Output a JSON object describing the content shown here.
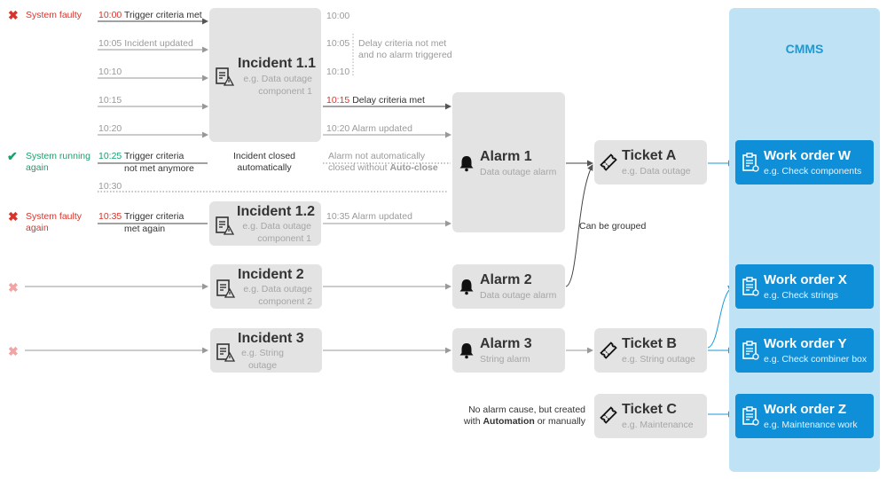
{
  "rows": {
    "r1": {
      "state": "System faulty",
      "events": [
        {
          "time": "10:00",
          "text": "Trigger criteria met"
        },
        {
          "time": "10:05",
          "text": "Incident updated"
        },
        {
          "time": "10:10",
          "text": ""
        },
        {
          "time": "10:15",
          "text": ""
        },
        {
          "time": "10:20",
          "text": ""
        }
      ]
    },
    "r2": {
      "state_line1": "System running",
      "state_line2": "again",
      "time": "10:25",
      "text_line1": "Trigger criteria",
      "text_line2": "not met anymore"
    },
    "r2_time2": "10:30",
    "r3": {
      "state_line1": "System faulty",
      "state_line2": "again",
      "time": "10:35",
      "text_line1": "Trigger criteria",
      "text_line2": "met again"
    }
  },
  "incident_closed": {
    "line1": "Incident closed",
    "line2": "automatically"
  },
  "timeline_right": {
    "t1000": "10:00",
    "t1005": "10:05",
    "t1010": "10:10",
    "delay_not_met_line1": "Delay criteria not met",
    "delay_not_met_line2": "and no alarm triggered",
    "t1015": "10:15",
    "delay_met": "Delay criteria met",
    "t1020_text": "10:20 Alarm updated",
    "not_closed_line1": "Alarm not automatically",
    "not_closed_line2_a": "closed without ",
    "not_closed_line2_b": "Auto-close",
    "t1035_text": "10:35 Alarm updated"
  },
  "incidents": {
    "i11": {
      "title": "Incident 1.1",
      "sub1": "e.g. Data outage",
      "sub2": "component 1"
    },
    "i12": {
      "title": "Incident 1.2",
      "sub1": "e.g. Data outage",
      "sub2": "component 1"
    },
    "i2": {
      "title": "Incident 2",
      "sub1": "e.g. Data outage",
      "sub2": "component 2"
    },
    "i3": {
      "title": "Incident 3",
      "sub1": "e.g. String",
      "sub2": "outage"
    }
  },
  "alarms": {
    "a1": {
      "title": "Alarm 1",
      "sub": "Data outage alarm"
    },
    "a2": {
      "title": "Alarm 2",
      "sub": "Data outage alarm"
    },
    "a3": {
      "title": "Alarm 3",
      "sub": "String alarm"
    }
  },
  "tickets": {
    "ta": {
      "title": "Ticket A",
      "sub": "e.g. Data outage"
    },
    "tb": {
      "title": "Ticket B",
      "sub": "e.g. String outage"
    },
    "tc": {
      "title": "Ticket C",
      "sub": "e.g. Maintenance"
    }
  },
  "can_be_grouped": "Can be grouped",
  "no_alarm_cause": {
    "line1": "No alarm cause, but created",
    "line2_a": "with ",
    "line2_b": "Automation",
    "line2_c": " or manually"
  },
  "cmms": {
    "title": "CMMS",
    "work_orders": [
      {
        "title": "Work order W",
        "sub": "e.g. Check components"
      },
      {
        "title": "Work order X",
        "sub": "e.g. Check strings"
      },
      {
        "title": "Work order Y",
        "sub": "e.g. Check combiner box"
      },
      {
        "title": "Work order Z",
        "sub": "e.g. Maintenance work"
      }
    ]
  },
  "colors": {
    "faulty": "#d9342b",
    "running": "#1aa06d",
    "box": "#e3e3e3",
    "cmms_bg": "#bfe2f4",
    "work_order": "#0f8fd8"
  },
  "icons": {
    "incident": "incident-document-icon",
    "alarm": "bell-icon",
    "ticket": "ticket-icon",
    "work_order": "clipboard-icon",
    "faulty": "cross-icon",
    "running": "check-icon"
  }
}
